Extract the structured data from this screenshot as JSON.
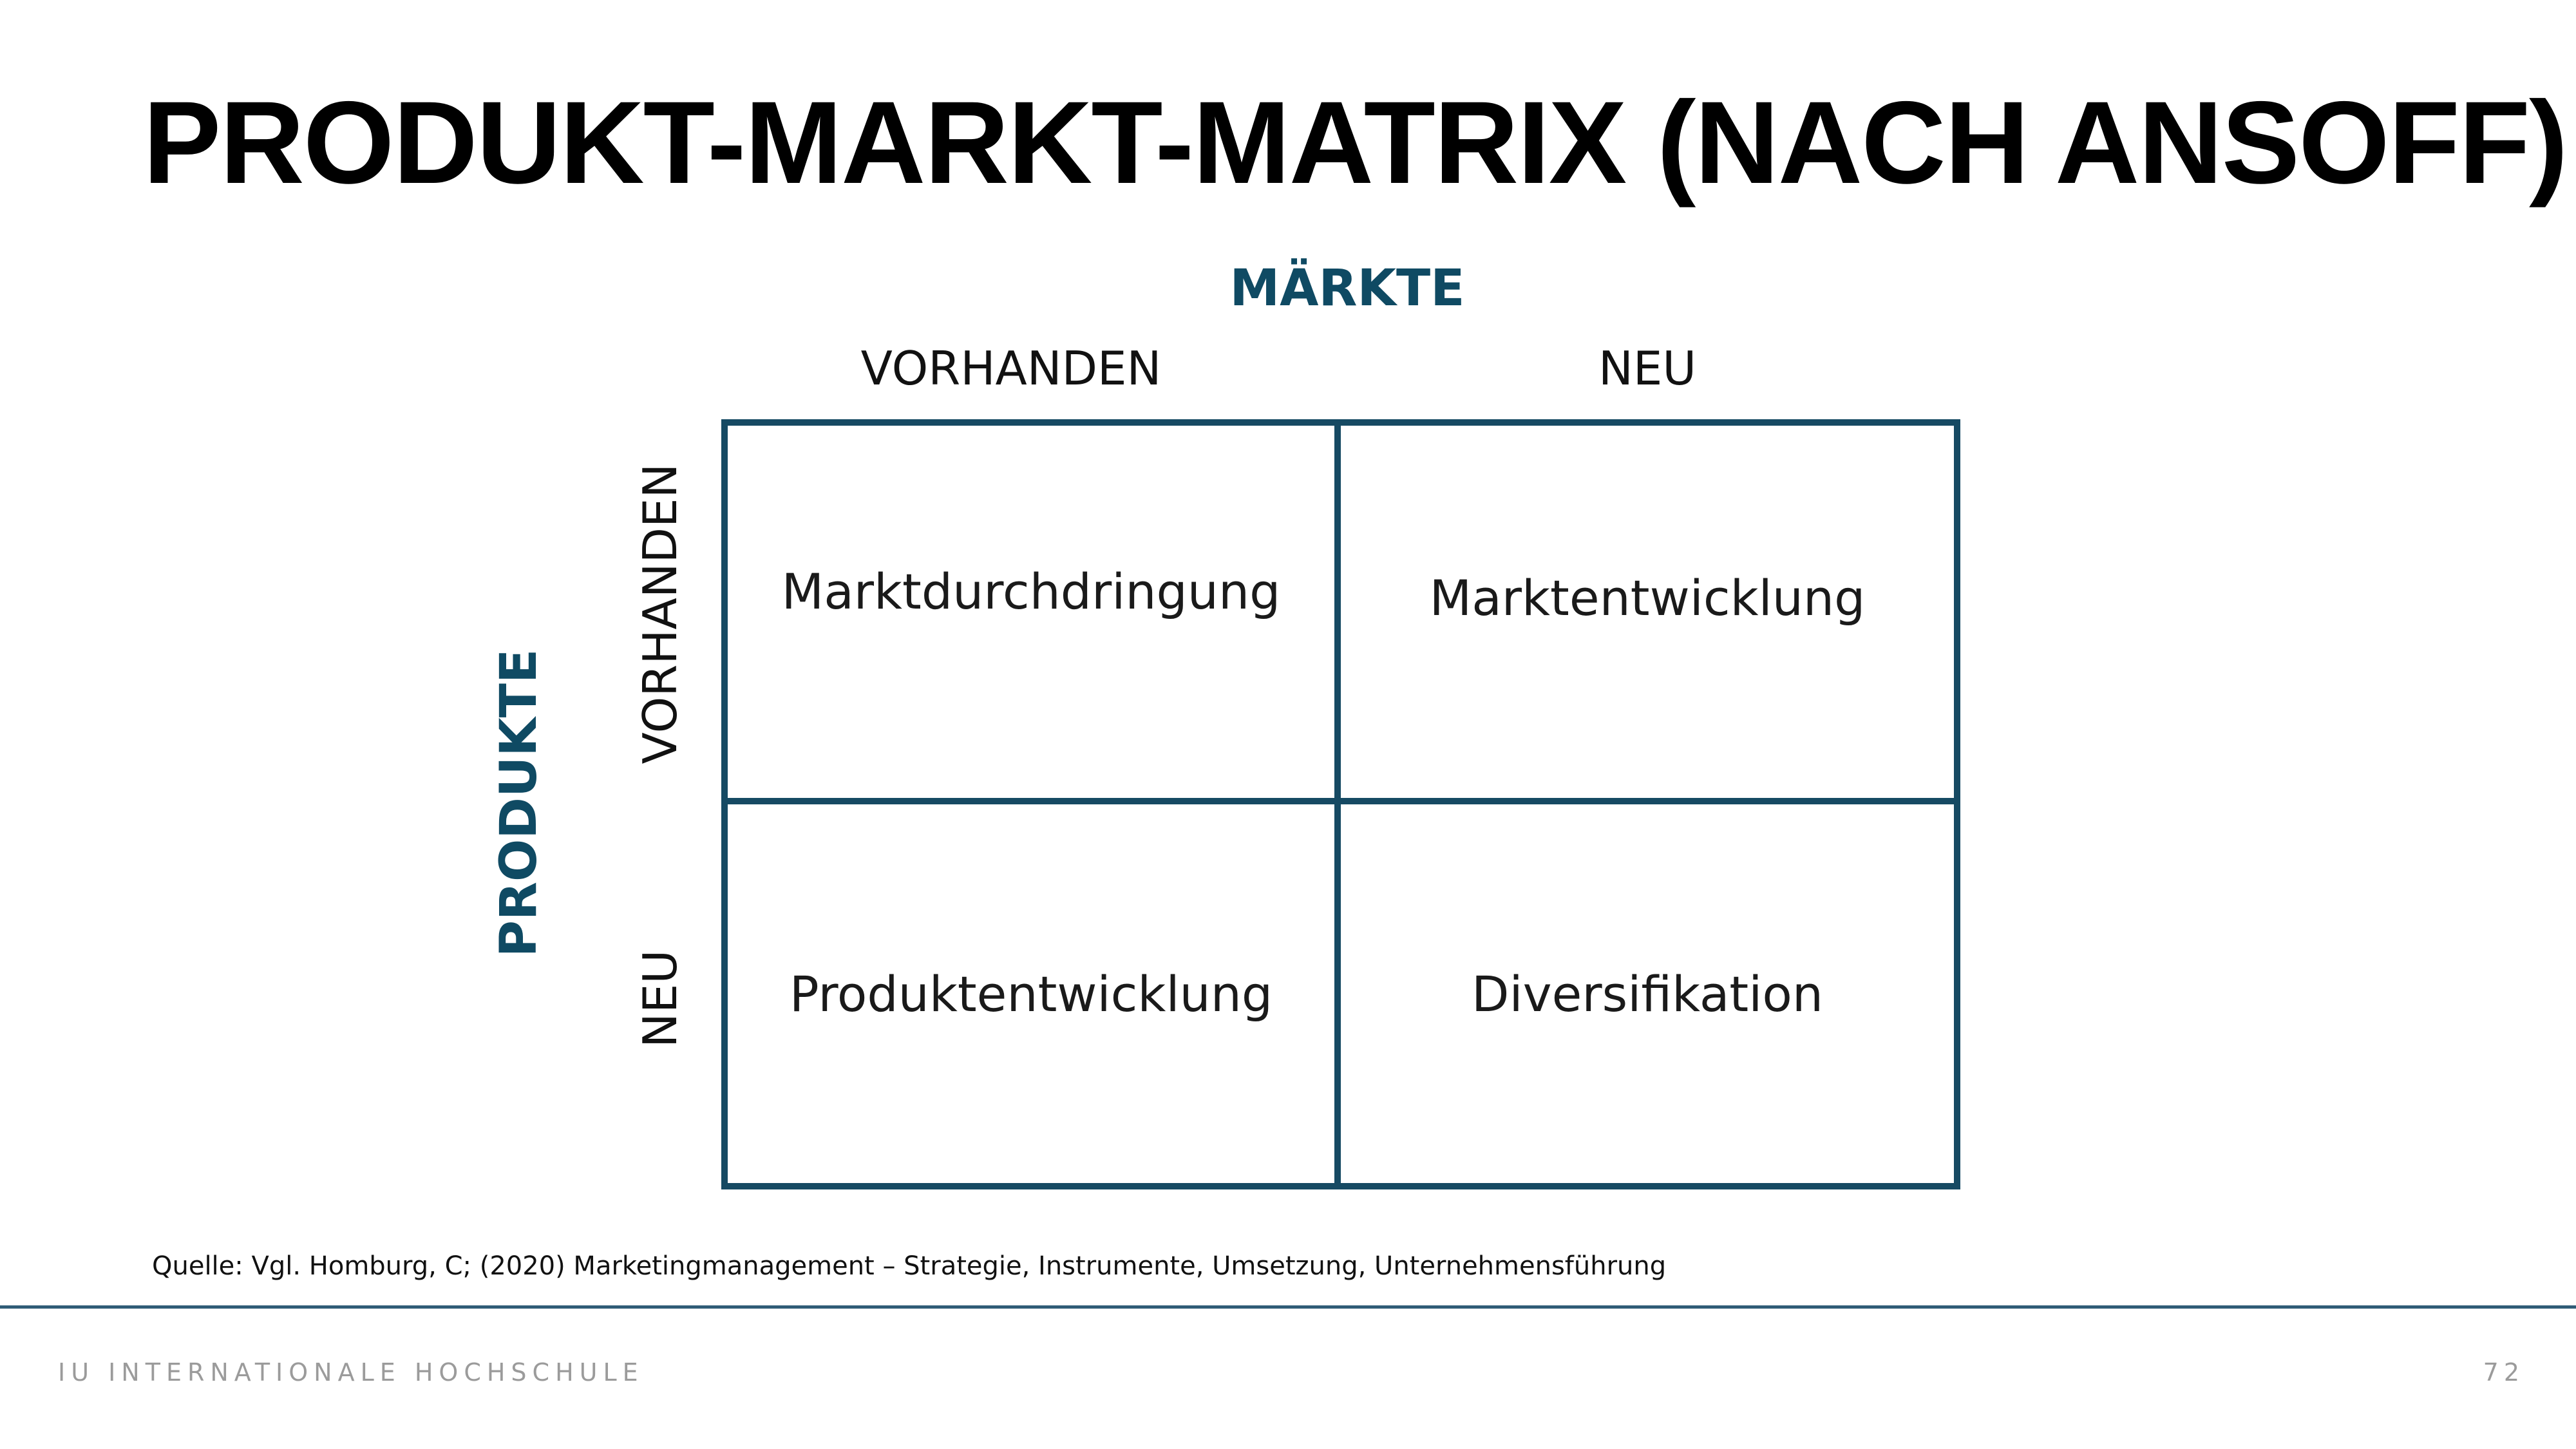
{
  "slide": {
    "title": "PRODUKT-MARKT-MATRIX (NACH ANSOFF)"
  },
  "matrix": {
    "column_axis_title": "MÄRKTE",
    "row_axis_title": "PRODUKTE",
    "column_labels": [
      "VORHANDEN",
      "NEU"
    ],
    "row_labels": [
      "VORHANDEN",
      "NEU"
    ],
    "cells": [
      [
        "Marktdurchdringung",
        "Marktentwicklung"
      ],
      [
        "Produktentwicklung",
        "Diversifikation"
      ]
    ],
    "line_color": "#164a63",
    "axis_title_color": "#0f4a63"
  },
  "source": {
    "text": "Quelle: Vgl. Homburg, C; (2020) Marketingmanagement – Strategie, Instrumente, Umsetzung, Unternehmensführung"
  },
  "footer": {
    "institution": "IU INTERNATIONALE HOCHSCHULE",
    "page_number": "72"
  }
}
